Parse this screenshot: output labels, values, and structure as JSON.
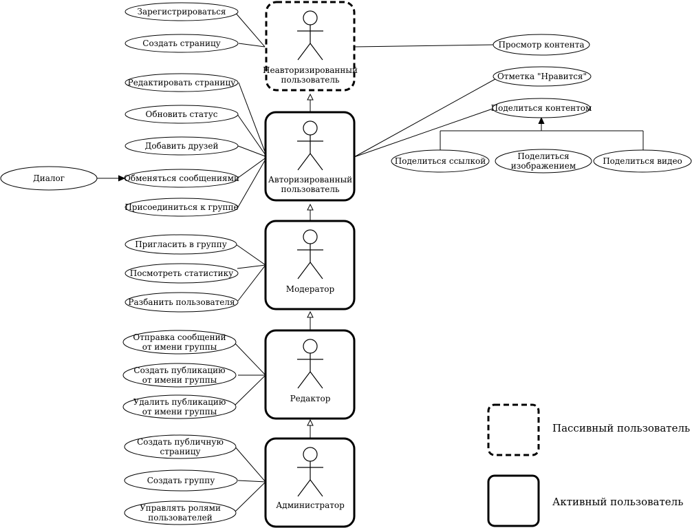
{
  "actors": {
    "guest": {
      "lines": [
        "Неавторизированный",
        "пользователь"
      ]
    },
    "auth": {
      "lines": [
        "Авторизированный",
        "пользователь"
      ]
    },
    "moderator": {
      "lines": [
        "Модератор"
      ]
    },
    "editor": {
      "lines": [
        "Редактор"
      ]
    },
    "admin": {
      "lines": [
        "Администратор"
      ]
    }
  },
  "use_cases": {
    "register": [
      "Зарегистрироваться"
    ],
    "create_page": [
      "Создать страницу"
    ],
    "view_content": [
      "Просмотр контента"
    ],
    "edit_page": [
      "Редактировать страницу"
    ],
    "update_status": [
      "Обновить статус"
    ],
    "add_friends": [
      "Добавить друзей"
    ],
    "exchange_messages": [
      "Обменяться сообщениями"
    ],
    "join_group": [
      "Присоединиться к группе"
    ],
    "dialog": [
      "Диалог"
    ],
    "like": [
      "Отметка \"Нравится\""
    ],
    "share": [
      "Поделиться контентом"
    ],
    "share_link": [
      "Поделиться ссылкой"
    ],
    "share_image": [
      "Поделиться",
      "изображением"
    ],
    "share_video": [
      "Поделиться видео"
    ],
    "invite_group": [
      "Пригласить в группу"
    ],
    "view_stats": [
      "Посмотреть статистику"
    ],
    "ban_user": [
      "Разбанить пользователя"
    ],
    "send_as_group": [
      "Отправка сообщений",
      "от имени группы"
    ],
    "create_post_group": [
      "Создать публикацию",
      "от имени группы"
    ],
    "delete_post_group": [
      "Удалить публикацию",
      "от имени группы"
    ],
    "create_public_page": [
      "Создать публичную",
      "страницу"
    ],
    "create_group": [
      "Создать группу"
    ],
    "manage_roles": [
      "Управлять ролями",
      "пользователей"
    ]
  },
  "legend": {
    "passive_label": "Пассивный пользователь",
    "active_label": "Активный пользователь"
  },
  "colors": {
    "stroke": "#000000",
    "fill": "#ffffff"
  }
}
